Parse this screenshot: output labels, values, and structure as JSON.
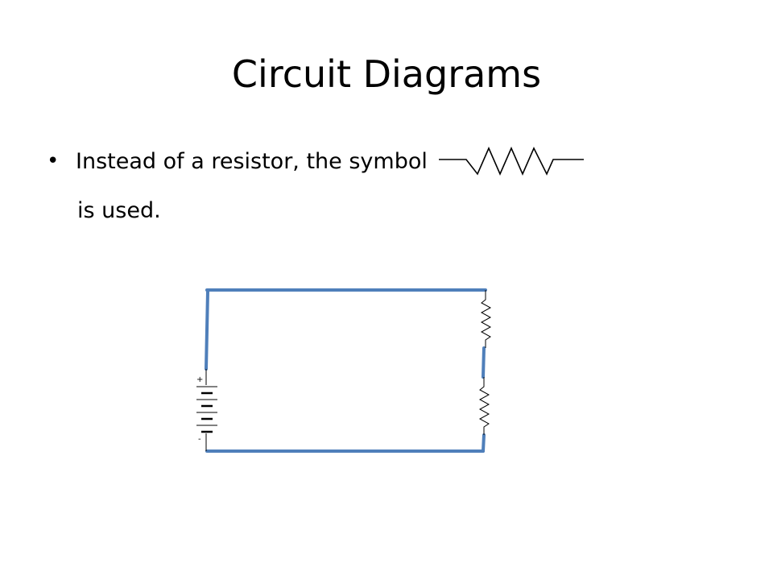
{
  "slide": {
    "title": "Circuit Diagrams",
    "bullet": {
      "marker": "•",
      "text_line1": "Instead of a resistor, the symbol",
      "text_line2": "is used."
    },
    "battery_plus": "+",
    "battery_minus": "-"
  },
  "colors": {
    "wire": "#4f7fba",
    "symbol": "#000000"
  }
}
